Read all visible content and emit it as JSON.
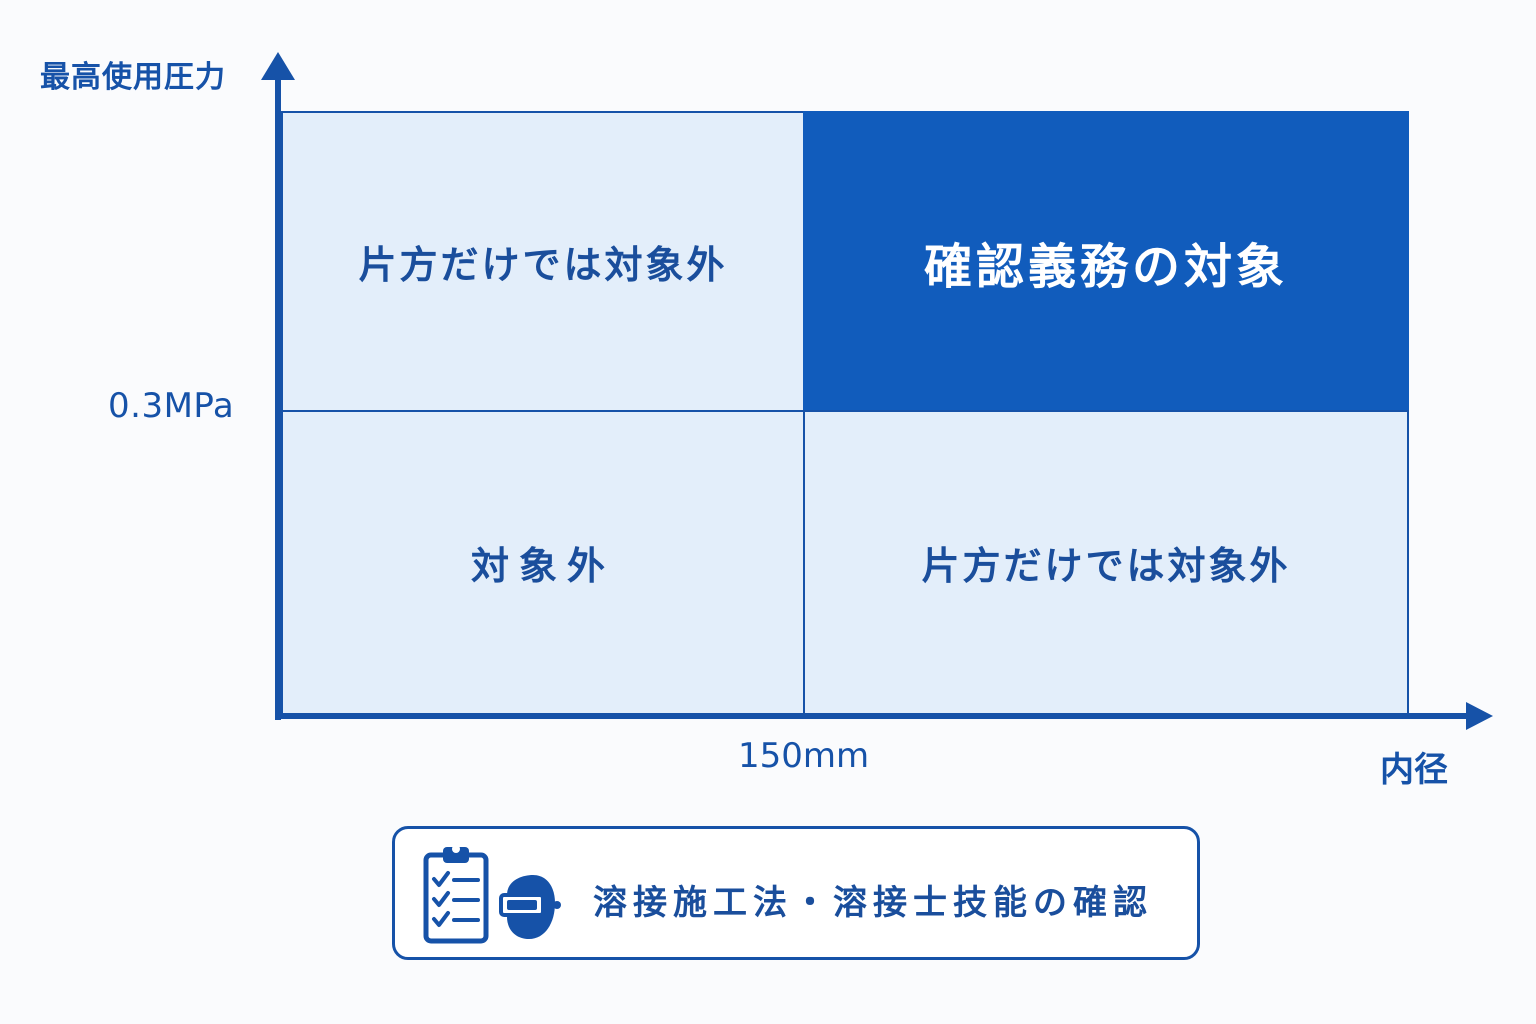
{
  "axes": {
    "y_label": "最高使用圧力",
    "x_label": "内径",
    "y_threshold": "0.3MPa",
    "x_threshold": "150mm"
  },
  "quadrants": {
    "top_left": "片方だけでは対象外",
    "top_right": "確認義務の対象",
    "bottom_left": "対象外",
    "bottom_right": "片方だけでは対象外"
  },
  "requirement": {
    "text": "溶接施工法・溶接士技能の確認",
    "icons": [
      "checklist-icon",
      "welding-mask-icon"
    ]
  },
  "colors": {
    "primary": "#1652a8",
    "highlight": "#115cbc",
    "quadrant_fill": "#e3eefa"
  }
}
